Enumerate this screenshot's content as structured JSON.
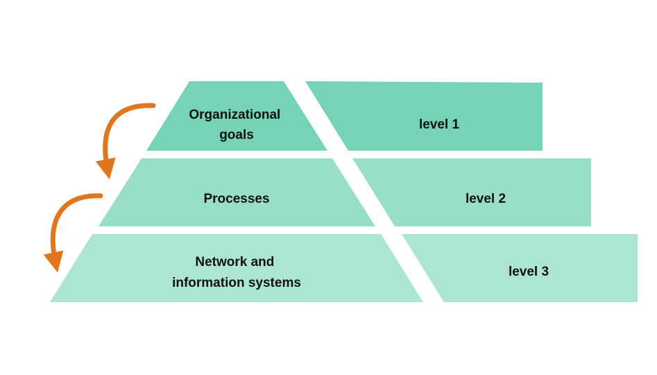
{
  "diagram": {
    "pyramid": [
      {
        "label_lines": [
          "Organizational",
          "goals"
        ],
        "level": "level 1",
        "color": "#76d3b6"
      },
      {
        "label_lines": [
          "Processes"
        ],
        "level": "level 2",
        "color": "#99dfc8"
      },
      {
        "label_lines": [
          "Network and",
          "information systems"
        ],
        "level": "level 3",
        "color": "#ade5d3"
      }
    ],
    "arrow_color": "#e0761e"
  }
}
